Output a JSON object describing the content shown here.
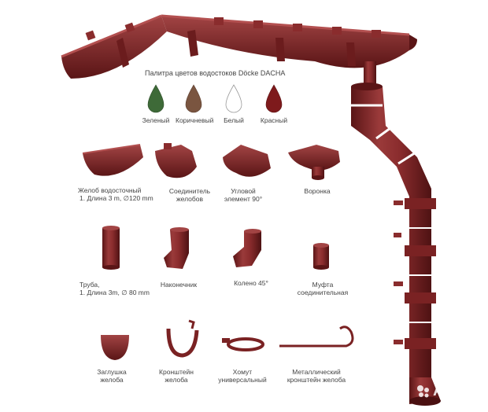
{
  "palette": {
    "title": "Палитра цветов водостоков Döcke DACHA",
    "colors": [
      {
        "label": "Зеленый",
        "hex": "#3e6a38"
      },
      {
        "label": "Коричневый",
        "hex": "#7a5540"
      },
      {
        "label": "Белый",
        "hex": "#ffffff"
      },
      {
        "label": "Красный",
        "hex": "#7e1a1c"
      }
    ]
  },
  "brand_color": "#7b2a2b",
  "parts": [
    {
      "id": "gutter",
      "line1": "Желоб водосточный",
      "line2": "1. Длина 3 m, ∅120 mm"
    },
    {
      "id": "connector",
      "line1": "Соединитель",
      "line2": "желобов"
    },
    {
      "id": "corner",
      "line1": "Угловой",
      "line2": "элемент 90°"
    },
    {
      "id": "funnel",
      "line1": "Воронка",
      "line2": ""
    },
    {
      "id": "pipe",
      "line1": "Труба,",
      "line2": "1. Длина 3m, ∅ 80 mm"
    },
    {
      "id": "tip",
      "line1": "Наконечник",
      "line2": ""
    },
    {
      "id": "elbow",
      "line1": "Колено 45°",
      "line2": ""
    },
    {
      "id": "coupling",
      "line1": "Муфта",
      "line2": "соединительная"
    },
    {
      "id": "cap",
      "line1": "Заглушка",
      "line2": "желоба"
    },
    {
      "id": "bracket",
      "line1": "Кронштейн",
      "line2": "желоба"
    },
    {
      "id": "clamp",
      "line1": "Хомут",
      "line2": "универсальный"
    },
    {
      "id": "metal-bracket",
      "line1": "Металлический",
      "line2": "кронштейн желоба"
    }
  ],
  "watermark": "Avito"
}
